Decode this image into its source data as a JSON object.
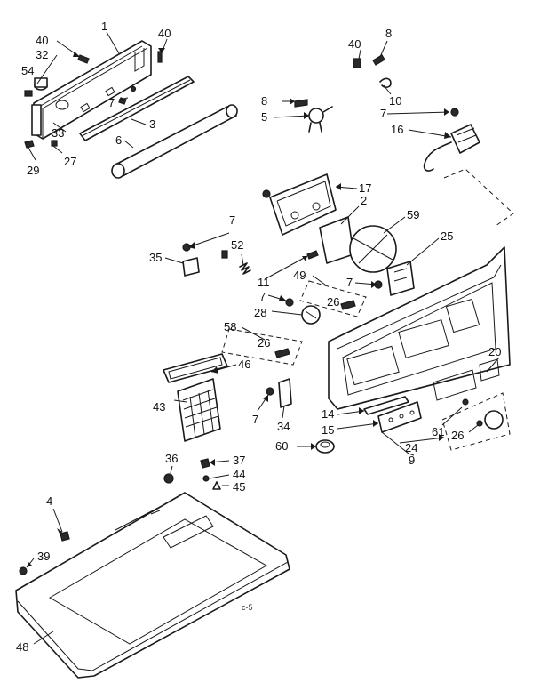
{
  "figure_code": "c-5",
  "callouts": [
    {
      "id": "p1",
      "text": "1"
    },
    {
      "id": "p40a",
      "text": "40"
    },
    {
      "id": "p40b",
      "text": "40"
    },
    {
      "id": "p32",
      "text": "32"
    },
    {
      "id": "p54",
      "text": "54"
    },
    {
      "id": "p7a",
      "text": "7"
    },
    {
      "id": "p3",
      "text": "3"
    },
    {
      "id": "p33",
      "text": "33"
    },
    {
      "id": "p6",
      "text": "6"
    },
    {
      "id": "p29",
      "text": "29"
    },
    {
      "id": "p27",
      "text": "27"
    },
    {
      "id": "p40c",
      "text": "40"
    },
    {
      "id": "p8a",
      "text": "8"
    },
    {
      "id": "p8b",
      "text": "8"
    },
    {
      "id": "p10",
      "text": "10"
    },
    {
      "id": "p5",
      "text": "5"
    },
    {
      "id": "p7b",
      "text": "7"
    },
    {
      "id": "p16",
      "text": "16"
    },
    {
      "id": "p17",
      "text": "17"
    },
    {
      "id": "p2",
      "text": "2"
    },
    {
      "id": "p59",
      "text": "59"
    },
    {
      "id": "p7c",
      "text": "7"
    },
    {
      "id": "p25",
      "text": "25"
    },
    {
      "id": "p52",
      "text": "52"
    },
    {
      "id": "p35",
      "text": "35"
    },
    {
      "id": "p11",
      "text": "11"
    },
    {
      "id": "p49",
      "text": "49"
    },
    {
      "id": "p7d",
      "text": "7"
    },
    {
      "id": "p7e",
      "text": "7"
    },
    {
      "id": "p26a",
      "text": "26"
    },
    {
      "id": "p28",
      "text": "28"
    },
    {
      "id": "p58",
      "text": "58"
    },
    {
      "id": "p26b",
      "text": "26"
    },
    {
      "id": "p20",
      "text": "20"
    },
    {
      "id": "p46",
      "text": "46"
    },
    {
      "id": "p43",
      "text": "43"
    },
    {
      "id": "p7f",
      "text": "7"
    },
    {
      "id": "p34",
      "text": "34"
    },
    {
      "id": "p14",
      "text": "14"
    },
    {
      "id": "p15",
      "text": "15"
    },
    {
      "id": "p61",
      "text": "61"
    },
    {
      "id": "p26c",
      "text": "26"
    },
    {
      "id": "p60",
      "text": "60"
    },
    {
      "id": "p24",
      "text": "24"
    },
    {
      "id": "p9",
      "text": "9"
    },
    {
      "id": "p36",
      "text": "36"
    },
    {
      "id": "p37",
      "text": "37"
    },
    {
      "id": "p44",
      "text": "44"
    },
    {
      "id": "p45",
      "text": "45"
    },
    {
      "id": "p4",
      "text": "4"
    },
    {
      "id": "p39",
      "text": "39"
    },
    {
      "id": "p48",
      "text": "48"
    }
  ]
}
